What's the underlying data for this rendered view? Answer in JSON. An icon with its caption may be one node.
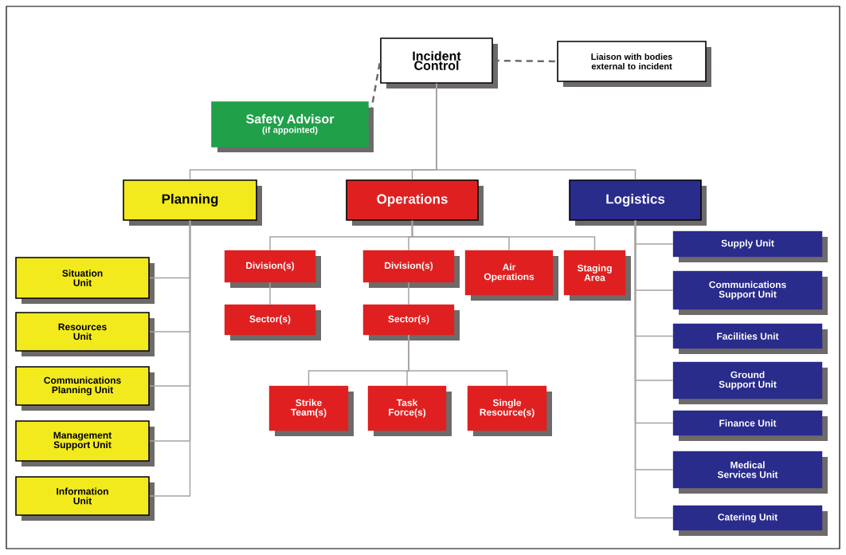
{
  "diagram": {
    "nodes": [
      {
        "text": [
          "Incident Control"
        ]
      },
      {
        "text": [
          "Liaison with bodies external to incident"
        ]
      },
      {
        "text": [
          "Safety Advisor",
          "(if appointed)"
        ]
      },
      {
        "text": [
          "Planning"
        ]
      },
      {
        "text": [
          "Operations"
        ]
      },
      {
        "text": [
          "Logistics"
        ]
      },
      {
        "text": [
          "Situation Unit"
        ]
      },
      {
        "text": [
          "Resources Unit"
        ]
      },
      {
        "text": [
          "Communications Planning Unit"
        ]
      },
      {
        "text": [
          "Management Support Unit"
        ]
      },
      {
        "text": [
          "Information Unit"
        ]
      },
      {
        "text": [
          "Division(s)"
        ]
      },
      {
        "text": [
          "Sector(s)"
        ]
      },
      {
        "text": [
          "Division(s)"
        ]
      },
      {
        "text": [
          "Sector(s)"
        ]
      },
      {
        "text": [
          "Air Operations"
        ]
      },
      {
        "text": [
          "Staging Area"
        ]
      },
      {
        "text": [
          "Strike Team(s)"
        ]
      },
      {
        "text": [
          "Task Force(s)"
        ]
      },
      {
        "text": [
          "Single Resource(s)"
        ]
      },
      {
        "text": [
          "Supply Unit"
        ]
      },
      {
        "text": [
          "Communications Support Unit"
        ]
      },
      {
        "text": [
          "Facilities Unit"
        ]
      },
      {
        "text": [
          "Ground Support Unit"
        ]
      },
      {
        "text": [
          "Finance Unit"
        ]
      },
      {
        "text": [
          "Medical Services Unit"
        ]
      },
      {
        "text": [
          "Catering Unit"
        ]
      }
    ],
    "edges": [
      {
        "from": 0,
        "to": 1,
        "arrow": "none",
        "style": "dashed"
      },
      {
        "from": 2,
        "to": 0,
        "arrow": "none",
        "style": "dashed"
      },
      {
        "from": 0,
        "to": 3,
        "arrow": "none"
      },
      {
        "from": 0,
        "to": 4,
        "arrow": "none"
      },
      {
        "from": 0,
        "to": 5,
        "arrow": "none"
      },
      {
        "from": 3,
        "to": 6,
        "arrow": "none"
      },
      {
        "from": 3,
        "to": 7,
        "arrow": "none"
      },
      {
        "from": 3,
        "to": 8,
        "arrow": "none"
      },
      {
        "from": 3,
        "to": 9,
        "arrow": "none"
      },
      {
        "from": 3,
        "to": 10,
        "arrow": "none"
      },
      {
        "from": 4,
        "to": 11,
        "arrow": "none"
      },
      {
        "from": 4,
        "to": 13,
        "arrow": "none"
      },
      {
        "from": 4,
        "to": 15,
        "arrow": "none"
      },
      {
        "from": 4,
        "to": 16,
        "arrow": "none"
      },
      {
        "from": 11,
        "to": 12,
        "arrow": "none"
      },
      {
        "from": 13,
        "to": 14,
        "arrow": "none"
      },
      {
        "from": 14,
        "to": 17,
        "arrow": "none"
      },
      {
        "from": 14,
        "to": 18,
        "arrow": "none"
      },
      {
        "from": 14,
        "to": 19,
        "arrow": "none"
      },
      {
        "from": 5,
        "to": 20,
        "arrow": "none"
      },
      {
        "from": 5,
        "to": 21,
        "arrow": "none"
      },
      {
        "from": 5,
        "to": 22,
        "arrow": "none"
      },
      {
        "from": 5,
        "to": 23,
        "arrow": "none"
      },
      {
        "from": 5,
        "to": 24,
        "arrow": "none"
      },
      {
        "from": 5,
        "to": 25,
        "arrow": "none"
      },
      {
        "from": 5,
        "to": 26,
        "arrow": "none"
      }
    ]
  }
}
